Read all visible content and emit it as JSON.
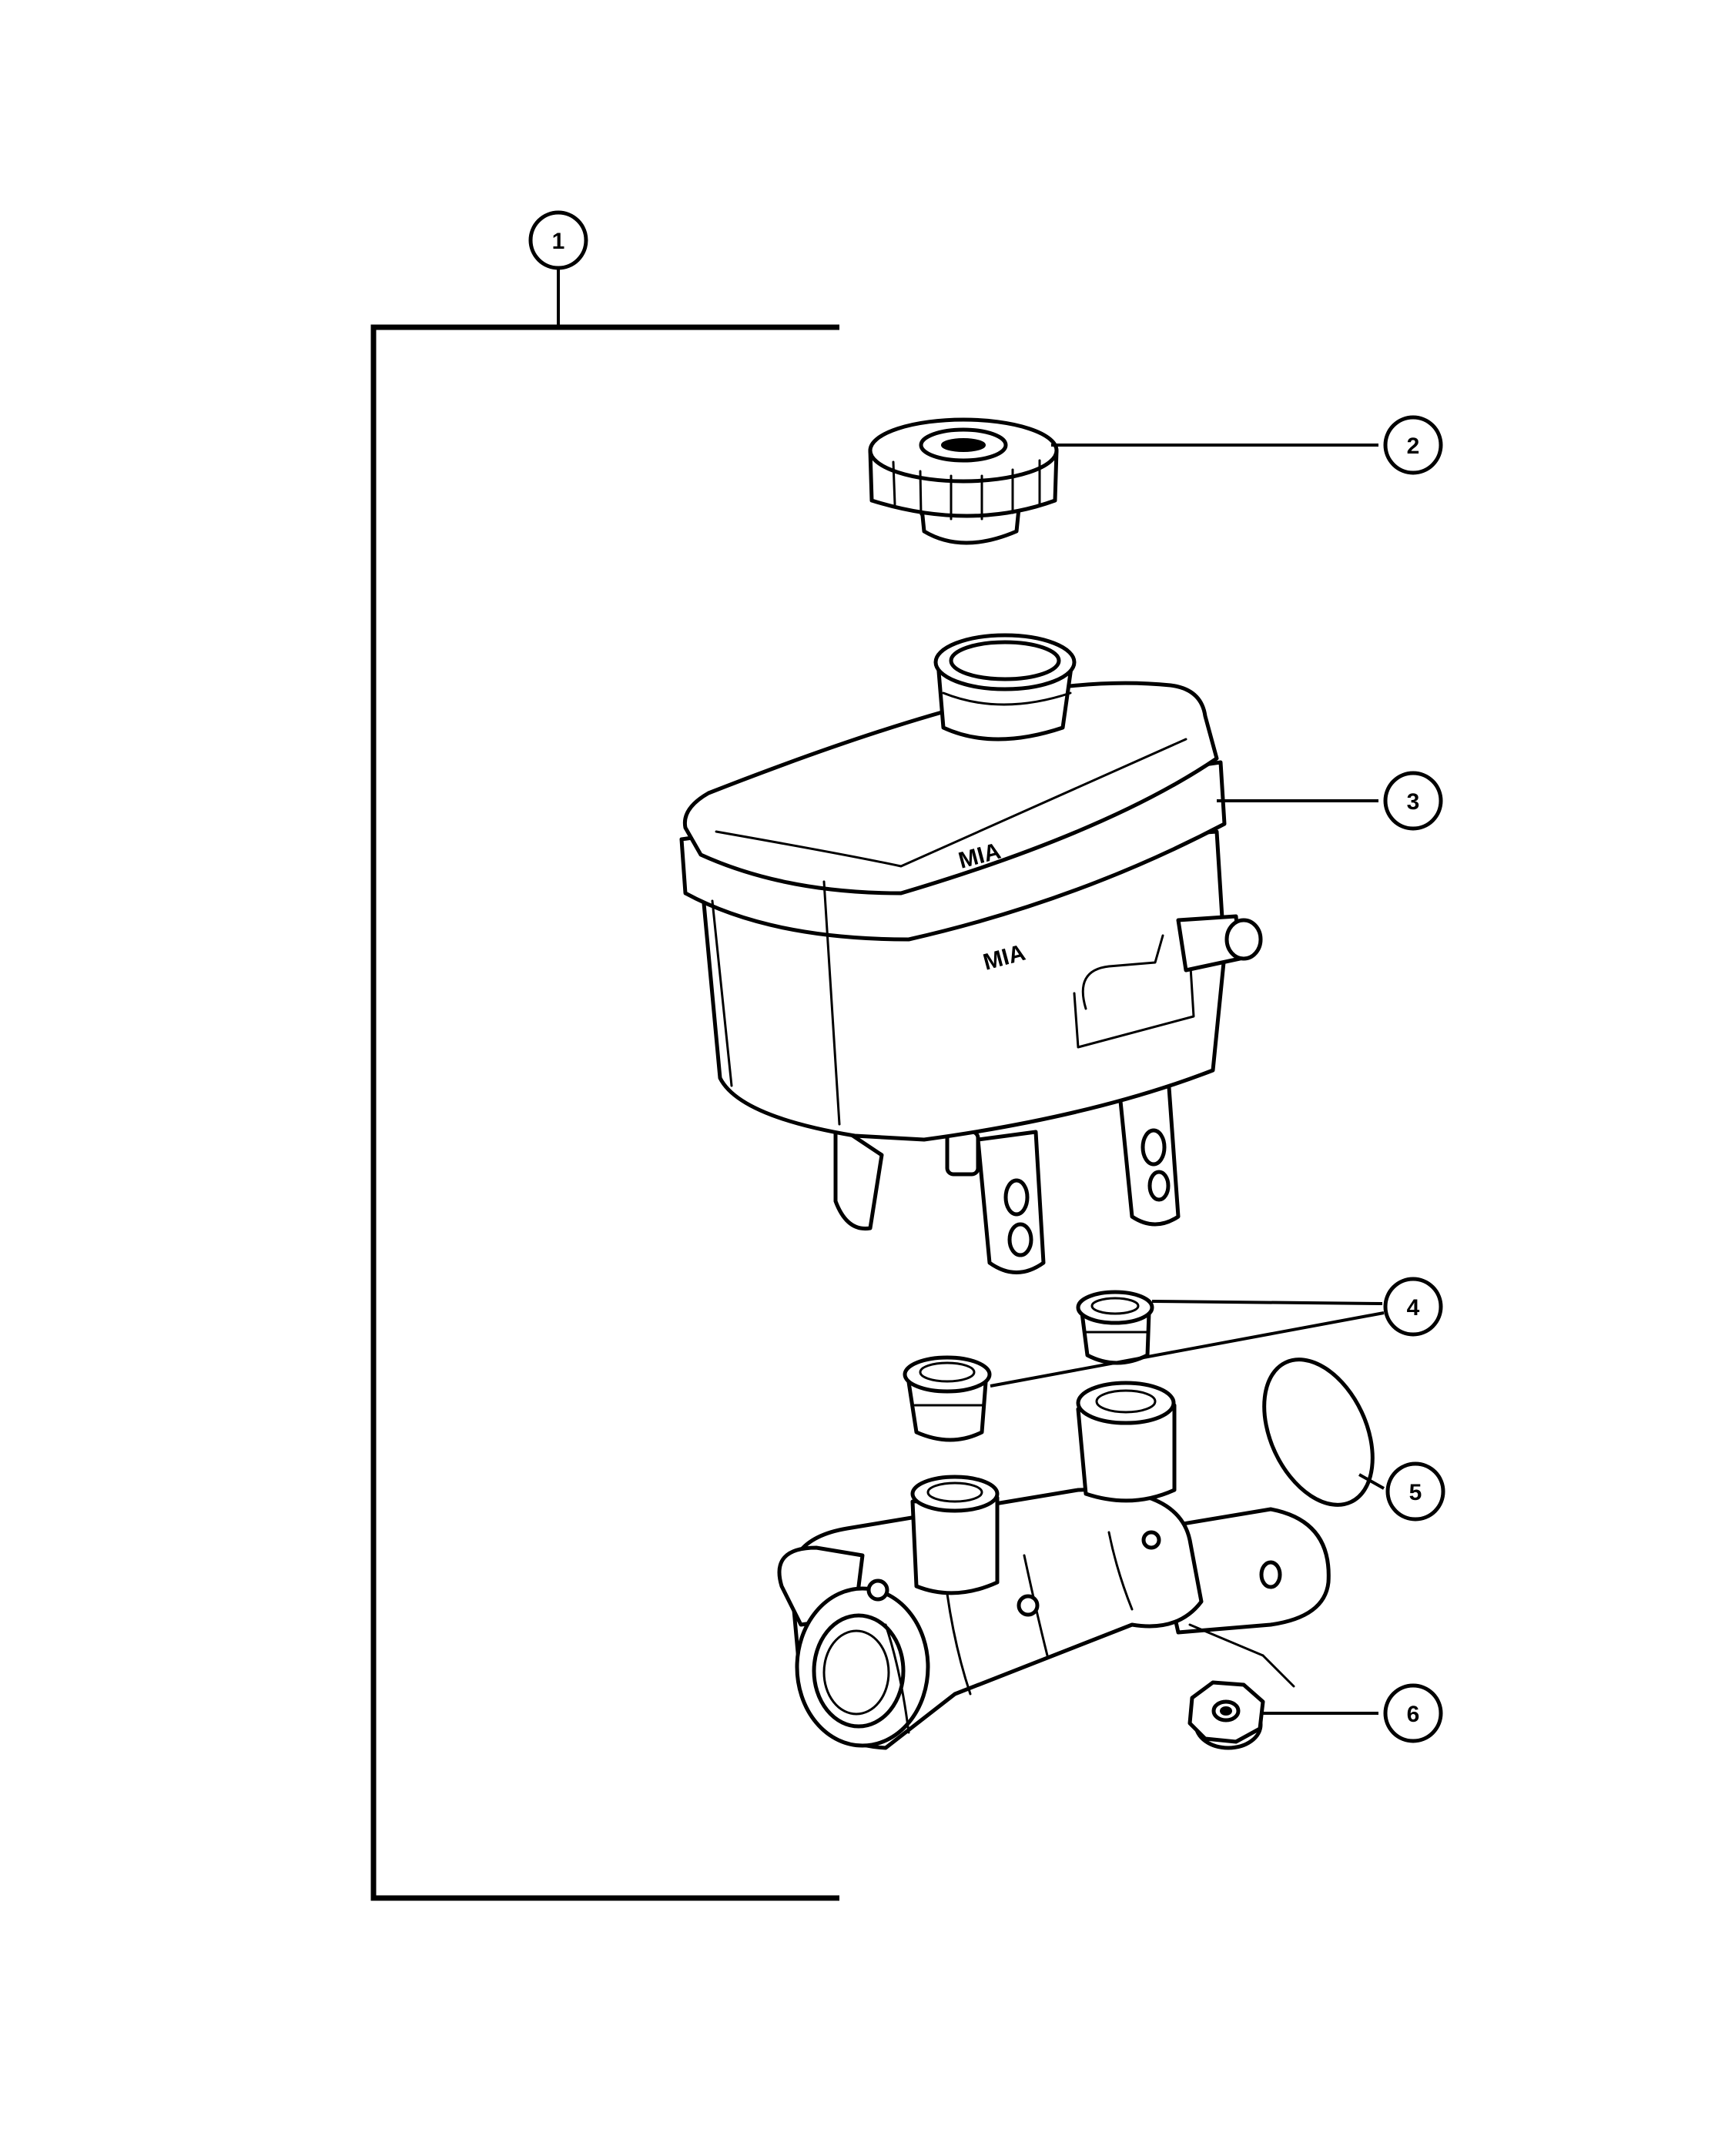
{
  "diagram": {
    "callouts": [
      "1",
      "2",
      "3",
      "4",
      "5",
      "6"
    ],
    "reservoir_logo_text": "MIA"
  },
  "colors": {
    "line": "#000000",
    "background": "#ffffff"
  }
}
